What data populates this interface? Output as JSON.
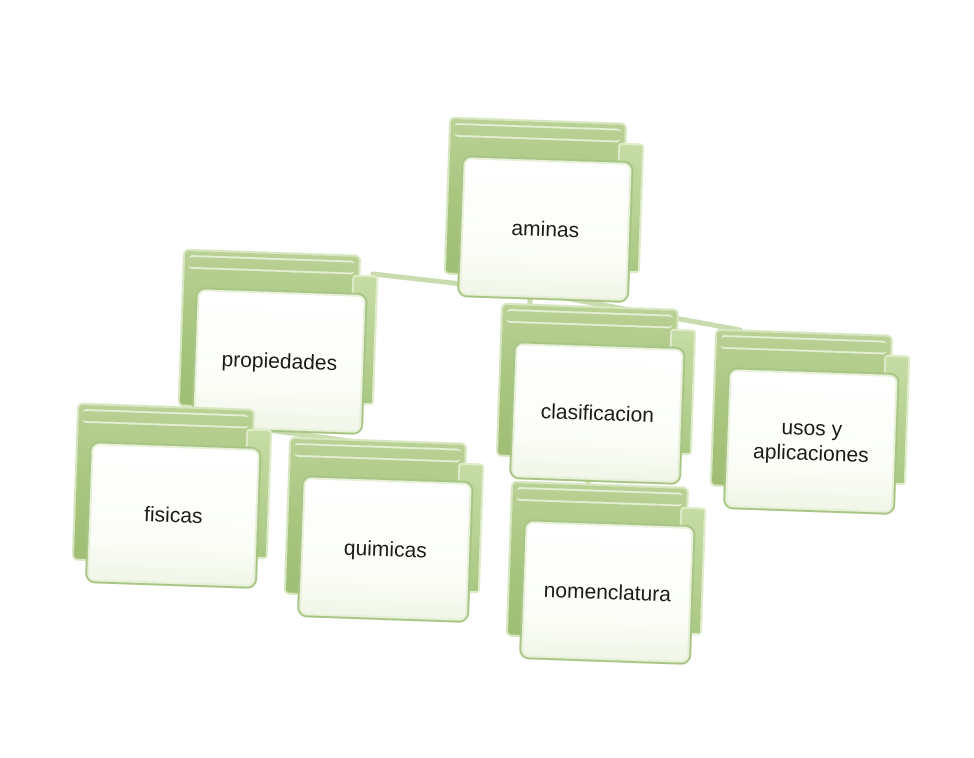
{
  "diagram": {
    "root": "aminas",
    "nodes": {
      "aminas": "aminas",
      "propiedades": "propiedades",
      "clasificacion": "clasificacion",
      "usos": "usos y aplicaciones",
      "fisicas": "fisicas",
      "quimicas": "quimicas",
      "nomenclatura": "nomenclatura"
    },
    "edges": [
      [
        "aminas",
        "propiedades"
      ],
      [
        "aminas",
        "clasificacion"
      ],
      [
        "aminas",
        "usos"
      ],
      [
        "propiedades",
        "fisicas"
      ],
      [
        "propiedades",
        "quimicas"
      ],
      [
        "clasificacion",
        "nomenclatura"
      ]
    ],
    "colors": {
      "block": "#a6c47c",
      "block_light": "#d6e6bf",
      "front": "#ffffff",
      "border": "#a9c585",
      "connector": "#c8dcae"
    }
  }
}
